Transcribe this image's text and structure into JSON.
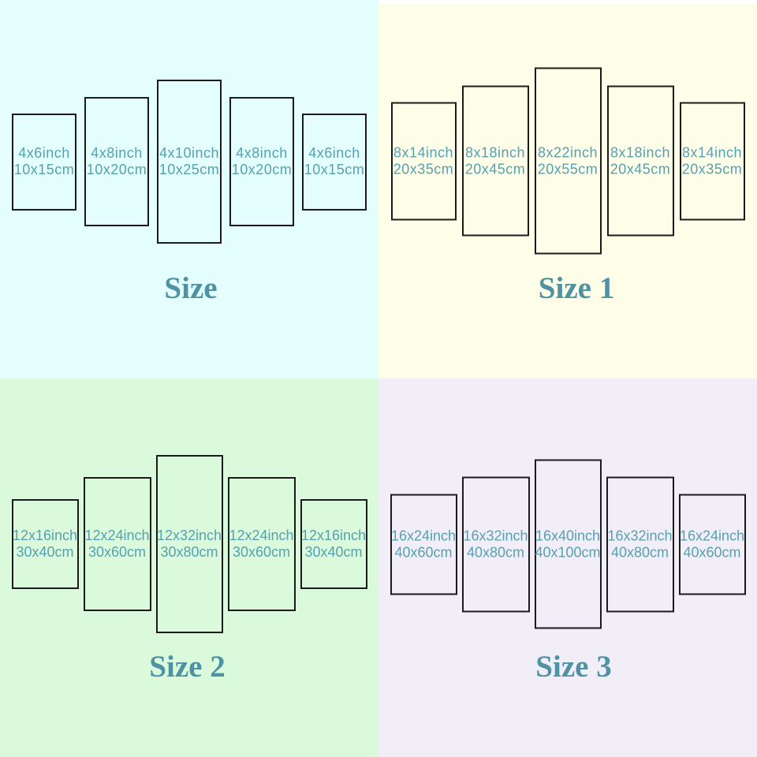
{
  "colors": {
    "panel_border": "#1B1B1B",
    "panel_text": "#55A1B1",
    "title_text": "#4E92A3",
    "top_right_edge_strip": "#FFFFFF",
    "quadrant_backgrounds": [
      "#E4FEFE",
      "#FEFDE8",
      "#DBFADB",
      "#F2EEF8"
    ]
  },
  "quadrants": [
    {
      "id": "size",
      "title": "Size",
      "bg": "#E4FEFE",
      "panels": [
        {
          "line1": "4x6inch",
          "line2": "10x15cm"
        },
        {
          "line1": "4x8inch",
          "line2": "10x20cm"
        },
        {
          "line1": "4x10inch",
          "line2": "10x25cm"
        },
        {
          "line1": "4x8inch",
          "line2": "10x20cm"
        },
        {
          "line1": "4x6inch",
          "line2": "10x15cm"
        }
      ]
    },
    {
      "id": "size-1",
      "title": "Size 1",
      "bg": "#FEFDE8",
      "panels": [
        {
          "line1": "8x14inch",
          "line2": "20x35cm"
        },
        {
          "line1": "8x18inch",
          "line2": "20x45cm"
        },
        {
          "line1": "8x22inch",
          "line2": "20x55cm"
        },
        {
          "line1": "8x18inch",
          "line2": "20x45cm"
        },
        {
          "line1": "8x14inch",
          "line2": "20x35cm"
        }
      ]
    },
    {
      "id": "size-2",
      "title": "Size 2",
      "bg": "#DBFADB",
      "panels": [
        {
          "line1": "12x16inch",
          "line2": "30x40cm"
        },
        {
          "line1": "12x24inch",
          "line2": "30x60cm"
        },
        {
          "line1": "12x32inch",
          "line2": "30x80cm"
        },
        {
          "line1": "12x24inch",
          "line2": "30x60cm"
        },
        {
          "line1": "12x16inch",
          "line2": "30x40cm"
        }
      ]
    },
    {
      "id": "size-3",
      "title": "Size 3",
      "bg": "#F2EEF8",
      "panels": [
        {
          "line1": "16x24inch",
          "line2": "40x60cm"
        },
        {
          "line1": "16x32inch",
          "line2": "40x80cm"
        },
        {
          "line1": "16x40inch",
          "line2": "40x100cm"
        },
        {
          "line1": "16x32inch",
          "line2": "40x80cm"
        },
        {
          "line1": "16x24inch",
          "line2": "40x60cm"
        }
      ]
    }
  ]
}
